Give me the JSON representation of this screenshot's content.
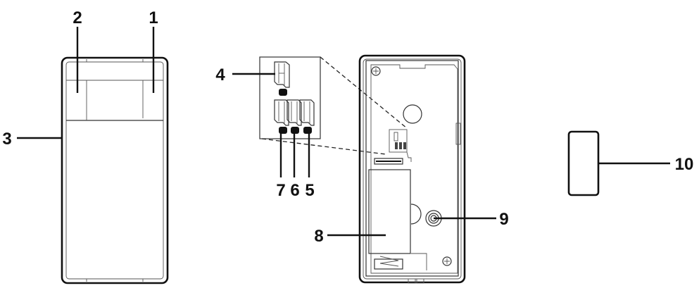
{
  "diagram": {
    "title": "",
    "callouts": [
      {
        "id": "1",
        "text": "1",
        "target": "front-cover-right-window"
      },
      {
        "id": "2",
        "text": "2",
        "target": "front-cover-left-window"
      },
      {
        "id": "3",
        "text": "3",
        "target": "front-cover-side"
      },
      {
        "id": "4",
        "text": "4",
        "target": "jumper-top"
      },
      {
        "id": "5",
        "text": "5",
        "target": "jumper-right"
      },
      {
        "id": "6",
        "text": "6",
        "target": "jumper-middle"
      },
      {
        "id": "7",
        "text": "7",
        "target": "jumper-left"
      },
      {
        "id": "8",
        "text": "8",
        "target": "battery"
      },
      {
        "id": "9",
        "text": "9",
        "target": "tamper-switch"
      },
      {
        "id": "10",
        "text": "10",
        "target": "magnet"
      }
    ],
    "colors": {
      "line": "#111111",
      "background": "#ffffff"
    }
  }
}
